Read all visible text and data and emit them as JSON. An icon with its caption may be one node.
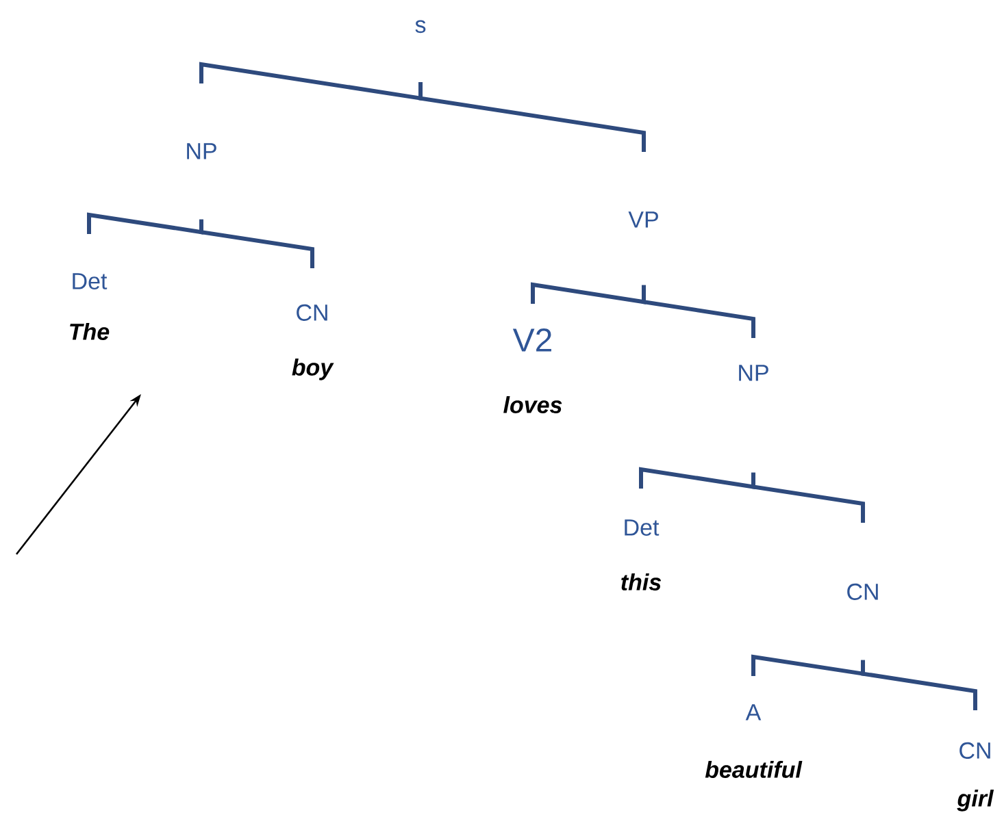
{
  "diagram": {
    "nodes": [
      {
        "text": [
          "s"
        ]
      },
      {
        "text": [
          "NP"
        ]
      },
      {
        "text": [
          "VP"
        ]
      },
      {
        "text": [
          "Det",
          "The"
        ]
      },
      {
        "text": [
          "CN",
          "boy"
        ]
      },
      {
        "text": [
          "V2",
          "loves"
        ]
      },
      {
        "text": [
          "NP"
        ]
      },
      {
        "text": [
          "Det",
          "this"
        ]
      },
      {
        "text": [
          "CN"
        ]
      },
      {
        "text": [
          "A",
          "beautiful"
        ]
      },
      {
        "text": [
          "CN",
          "girl"
        ]
      }
    ],
    "edges": [
      {
        "from": 0,
        "to": 1,
        "arrow": "none"
      },
      {
        "from": 0,
        "to": 2,
        "arrow": "none"
      },
      {
        "from": 1,
        "to": 3,
        "arrow": "none"
      },
      {
        "from": 1,
        "to": 4,
        "arrow": "none"
      },
      {
        "from": 2,
        "to": 5,
        "arrow": "none"
      },
      {
        "from": 2,
        "to": 6,
        "arrow": "none"
      },
      {
        "from": 6,
        "to": 7,
        "arrow": "none"
      },
      {
        "from": 6,
        "to": 8,
        "arrow": "none"
      },
      {
        "from": 8,
        "to": 9,
        "arrow": "none"
      },
      {
        "from": 8,
        "to": 10,
        "arrow": "none"
      }
    ]
  }
}
